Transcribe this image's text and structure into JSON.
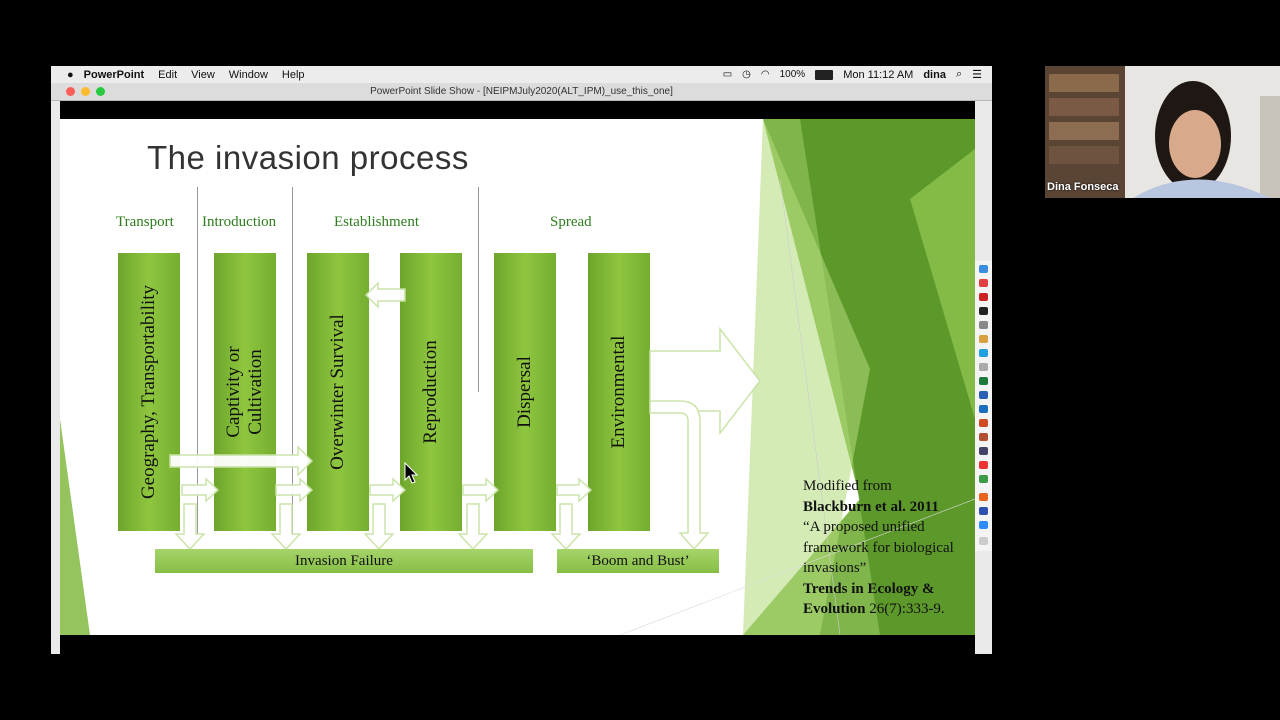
{
  "menubar": {
    "apple_icon": "apple-icon",
    "app": "PowerPoint",
    "items": [
      "Edit",
      "View",
      "Window",
      "Help"
    ],
    "battery": "100%",
    "clock": "Mon 11:12 AM",
    "user": "dina"
  },
  "window": {
    "title": "PowerPoint Slide Show - [NEIPMJuly2020(ALT_IPM)_use_this_one]"
  },
  "slide": {
    "title": "The invasion process",
    "stages": [
      "Transport",
      "Introduction",
      "Establishment",
      "Spread"
    ],
    "bars": [
      {
        "line1": "Geography, Transportability",
        "line2": ""
      },
      {
        "line1": "Captivity or",
        "line2": "Cultivation"
      },
      {
        "line1": "Overwinter Survival",
        "line2": ""
      },
      {
        "line1": "Reproduction",
        "line2": ""
      },
      {
        "line1": "Dispersal",
        "line2": ""
      },
      {
        "line1": "Environmental",
        "line2": ""
      }
    ],
    "outcomes": {
      "failure": "Invasion Failure",
      "boom": "‘Boom and Bust’"
    },
    "credit": {
      "line1": "Modified from",
      "author": "Blackburn et al. 2011",
      "quote": "“A proposed unified framework for biological invasions”",
      "journal": "Trends in Ecology & Evolution",
      "ref": "26(7):333-9."
    }
  },
  "webcam": {
    "name": "Dina Fonseca"
  },
  "colors": {
    "bar_green": "#8ec63f",
    "stage_text": "#2e7d1e",
    "deco_green": "#6aa82c"
  }
}
